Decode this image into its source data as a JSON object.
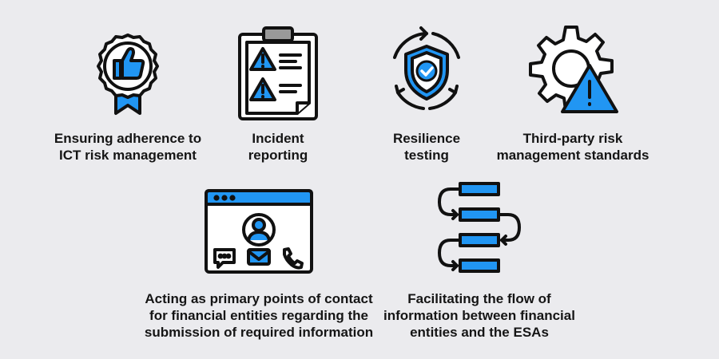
{
  "colors": {
    "accent": "#2196f3",
    "stroke": "#111111",
    "paper": "#ffffff",
    "background": "#ebebee"
  },
  "items": [
    {
      "icon": "award-thumbs-up-icon",
      "lines": [
        "Ensuring adherence to",
        "ICT risk management"
      ]
    },
    {
      "icon": "clipboard-warning-icon",
      "lines": [
        "Incident",
        "reporting"
      ]
    },
    {
      "icon": "shield-check-cycle-icon",
      "lines": [
        "Resilience",
        "testing"
      ]
    },
    {
      "icon": "gear-warning-icon",
      "lines": [
        "Third-party risk",
        "management standards"
      ]
    },
    {
      "icon": "contact-window-icon",
      "lines": [
        "Acting as primary points of contact",
        "for financial entities regarding the",
        "submission of required information"
      ]
    },
    {
      "icon": "flow-steps-icon",
      "lines": [
        "Facilitating the flow of",
        "information between financial",
        "entities and the ESAs"
      ]
    }
  ]
}
